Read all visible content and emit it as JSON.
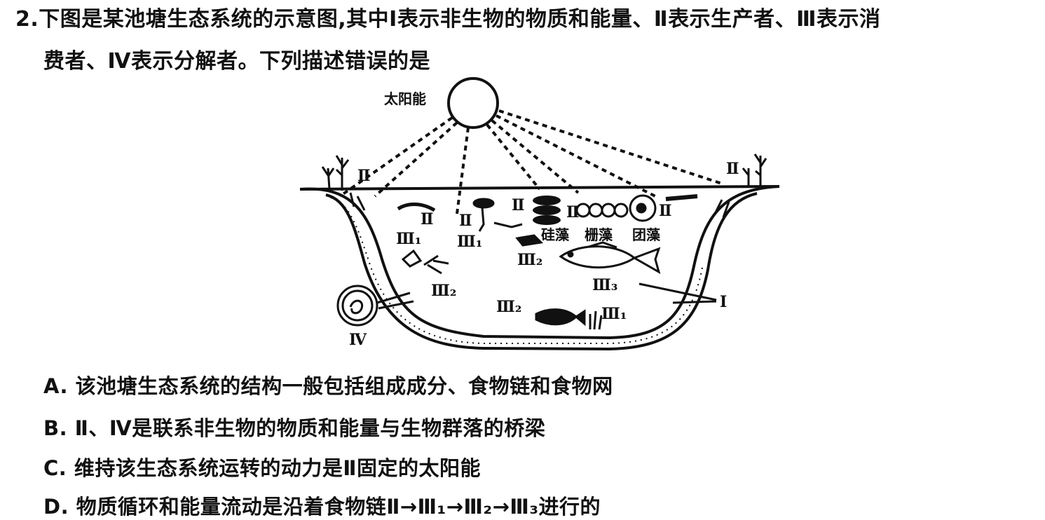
{
  "question": {
    "number": "2.",
    "line1": "下图是某池塘生态系统的示意图,其中Ⅰ表示非生物的物质和能量、Ⅱ表示生产者、Ⅲ表示消",
    "line2": "费者、Ⅳ表示分解者。下列描述错误的是"
  },
  "diagram": {
    "sun_label": "太阳能",
    "labels": {
      "II": "Ⅱ",
      "III1": "Ⅲ₁",
      "III2": "Ⅲ₂",
      "III3": "Ⅲ₃",
      "I": "Ⅰ",
      "IV": "Ⅳ"
    },
    "algae": [
      "硅藻",
      "栅藻",
      "团藻"
    ]
  },
  "options": [
    {
      "letter": "A.",
      "text": "该池塘生态系统的结构一般包括组成成分、食物链和食物网"
    },
    {
      "letter": "B.",
      "text": "Ⅱ、Ⅳ是联系非生物的物质和能量与生物群落的桥梁"
    },
    {
      "letter": "C.",
      "text": "维持该生态系统运转的动力是Ⅱ固定的太阳能"
    },
    {
      "letter": "D.",
      "text": "物质循环和能量流动是沿着食物链Ⅱ→Ⅲ₁→Ⅲ₂→Ⅲ₃进行的"
    }
  ]
}
